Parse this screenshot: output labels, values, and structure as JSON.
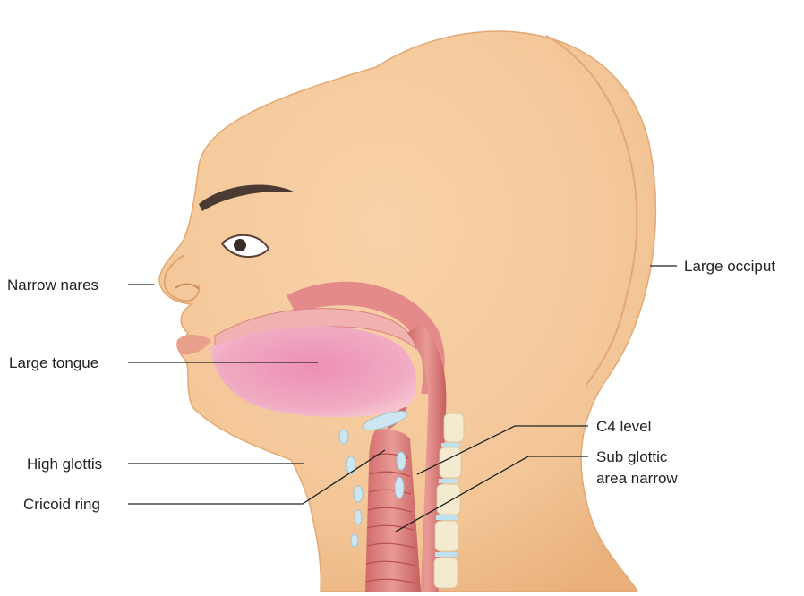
{
  "colors": {
    "skin": "#f3c697",
    "skin_light": "#f8d4ad",
    "skin_shadow": "#e6ad77",
    "airway": "#e48a8a",
    "airway_dark": "#c96565",
    "tongue": "#ea96b3",
    "cartilage": "#cde6f1",
    "vertebra": "#f4ead0",
    "label_text": "#222222"
  },
  "labels": {
    "narrow_nares": "Narrow nares",
    "large_tongue": "Large tongue",
    "high_glottis": "High glottis",
    "cricoid_ring": "Cricoid ring",
    "large_occiput": "Large occiput",
    "c4_level": "C4 level",
    "sub_glottic_line1": "Sub glottic",
    "sub_glottic_line2": "area narrow"
  }
}
